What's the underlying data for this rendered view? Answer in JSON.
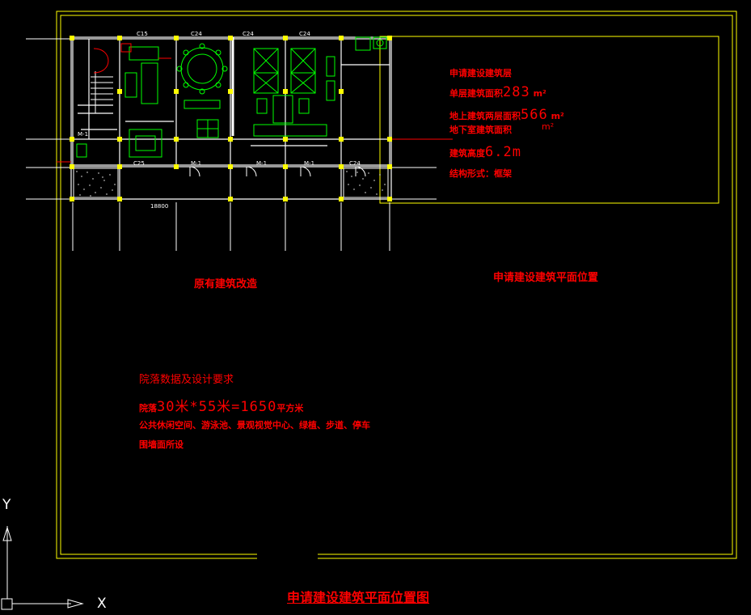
{
  "application_info": {
    "title": "申请建设建筑层",
    "single_floor_area_label": "单层建筑面积",
    "single_floor_area_value": "283",
    "above_ground_area_label": "地上建筑两层面积",
    "above_ground_area_value": "566",
    "basement_area_label": "地下室建筑面积",
    "unit_m2": "m²",
    "height_label": "建筑高度",
    "height_value": "6.2",
    "height_unit": "m",
    "structure": "结构形式：框架"
  },
  "labels": {
    "existing_renovation": "原有建筑改造",
    "planned_position": "申请建设建筑平面位置",
    "drawing_title": "申请建设建筑平面位置图"
  },
  "courtyard": {
    "heading": "院落数据及设计要求",
    "area_prefix": "院落",
    "area_formula": "30米*55米=1650",
    "area_suffix": "平方米",
    "requirements_1": "公共休闲空间、游泳池、景观视觉中心、绿植、步道、停车",
    "requirements_2": "围墙面所设"
  },
  "plan_tags": {
    "c15": "C15",
    "c24a": "C24",
    "c24b": "C24",
    "c24c": "C24",
    "c24d": "C24",
    "c25": "C25",
    "m1a": "M-1",
    "m1b": "M-1",
    "m1c": "M-1",
    "m1d": "M-1",
    "bottom_dim": "18800"
  },
  "ucs": {
    "x": "X",
    "y": "Y"
  },
  "colors": {
    "background": "#000000",
    "boundary": "#ffff00",
    "text": "#ff0000",
    "plan_lines": "#ffffff",
    "columns": "#ffff00",
    "furniture": "#00ff00"
  }
}
